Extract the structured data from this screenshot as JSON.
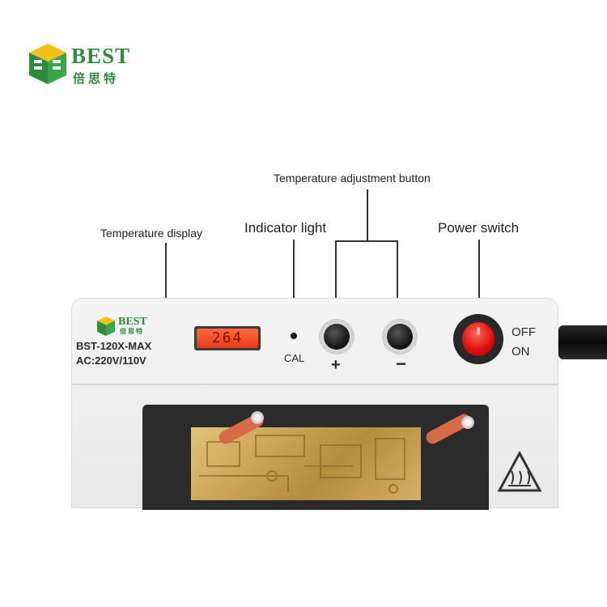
{
  "brand": {
    "word": "BEST",
    "cn": "倍思特",
    "color": "#2e8b3c",
    "logo_icon": "best-cube-logo"
  },
  "callouts": {
    "temperature_adjustment": "Temperature adjustment button",
    "temperature_display": "Temperature display",
    "indicator_light": "Indicator light",
    "power_switch": "Power switch"
  },
  "device": {
    "model": "BST-120X-MAX",
    "voltage": "AC:220V/110V",
    "display_reading": "264",
    "display_color": "#e63b1a",
    "cal_label": "CAL",
    "plus_label": "+",
    "minus_label": "−",
    "off_label": "OFF",
    "on_label": "ON",
    "switch_color": "#e01010",
    "warning_icon": "hot-surface-warning-icon"
  }
}
